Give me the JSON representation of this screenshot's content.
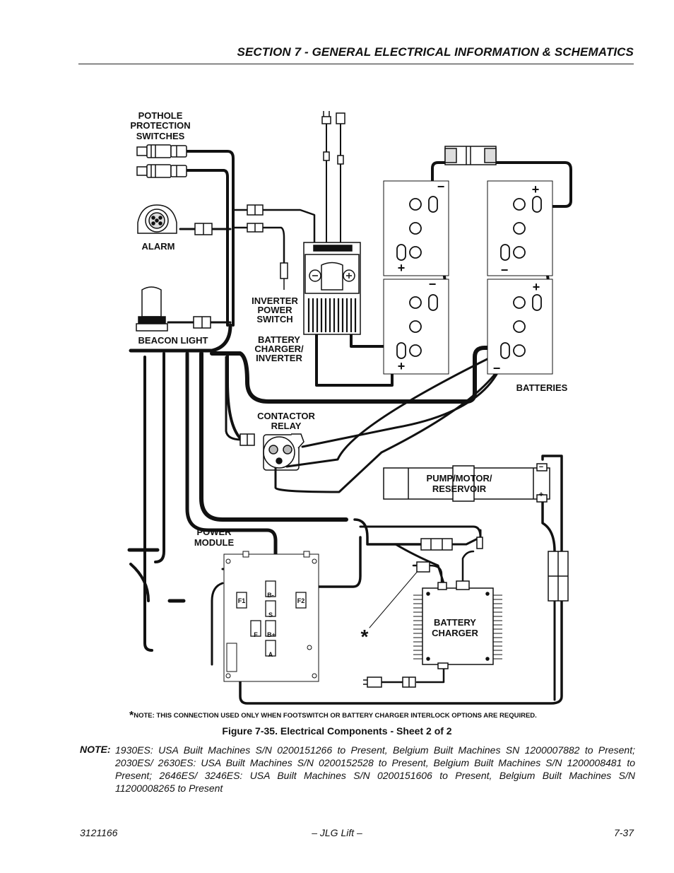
{
  "header": {
    "section_title": "SECTION 7 - GENERAL ELECTRICAL INFORMATION & SCHEMATICS"
  },
  "diagram": {
    "labels": {
      "pothole_1": "POTHOLE",
      "pothole_2": "PROTECTION",
      "pothole_3": "SWITCHES",
      "alarm": "ALARM",
      "beacon": "BEACON LIGHT",
      "inverter_switch_1": "INVERTER",
      "inverter_switch_2": "POWER",
      "inverter_switch_3": "SWITCH",
      "charger_inverter_1": "BATTERY",
      "charger_inverter_2": "CHARGER/",
      "charger_inverter_3": "INVERTER",
      "batteries": "BATTERIES",
      "contactor_1": "CONTACTOR",
      "contactor_2": "RELAY",
      "pump_1": "PUMP/MOTOR/",
      "pump_2": "RESERVOIR",
      "power_module_1": "POWER",
      "power_module_2": "MODULE",
      "battery_charger_1": "BATTERY",
      "battery_charger_2": "CHARGER",
      "asterisk": "*",
      "plus": "+",
      "minus": "−",
      "terminal_f1": "F1",
      "terminal_f2": "F2",
      "terminal_b_minus": "B-",
      "terminal_s": "S",
      "terminal_f": "F",
      "terminal_b_plus": "B+",
      "terminal_a": "A"
    }
  },
  "footnote": {
    "star": "*",
    "text": "NOTE: THIS CONNECTION USED ONLY WHEN FOOTSWITCH OR BATTERY CHARGER INTERLOCK OPTIONS ARE REQUIRED."
  },
  "caption": "Figure 7-35.  Electrical Components - Sheet 2 of 2",
  "note": {
    "label": "NOTE:",
    "text": "1930ES:  USA Built Machines S/N 0200151266 to Present, Belgium Built Machines SN 1200007882 to Present;  2030ES/ 2630ES:  USA Built Machines S/N 0200152528 to Present, Belgium Built Machines S/N 1200008481 to Present;  2646ES/ 3246ES:  USA Built Machines S/N 0200151606 to Present, Belgium Built Machines S/N 11200008265 to Present"
  },
  "footer": {
    "doc_number": "3121166",
    "publisher": "– JLG Lift –",
    "page_number": "7-37"
  }
}
